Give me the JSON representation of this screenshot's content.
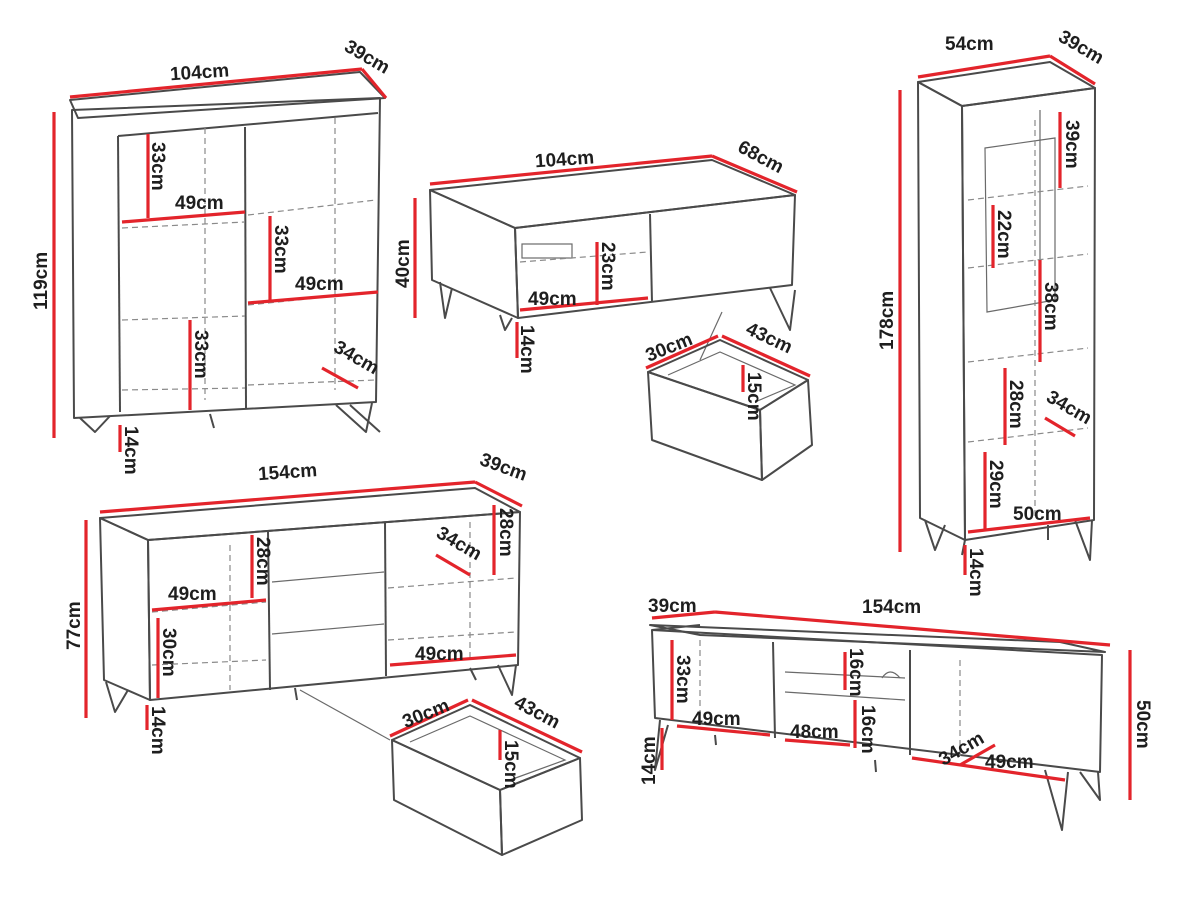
{
  "colors": {
    "outline": "#4a4a4a",
    "dimension": "#e3242b",
    "text": "#1e1e1e"
  },
  "highboard": {
    "labels": [
      "104cm",
      "39cm",
      "119cm",
      "33cm",
      "49cm",
      "33cm",
      "49cm",
      "33cm",
      "34cm",
      "14cm"
    ]
  },
  "coffee_table": {
    "labels": [
      "104cm",
      "68cm",
      "40cm",
      "23cm",
      "49cm",
      "14cm",
      "30cm",
      "43cm",
      "15cm"
    ]
  },
  "tall_cabinet": {
    "labels": [
      "54cm",
      "39cm",
      "178cm",
      "39cm",
      "22cm",
      "38cm",
      "28cm",
      "34cm",
      "29cm",
      "50cm",
      "14cm"
    ]
  },
  "sideboard": {
    "labels": [
      "154cm",
      "39cm",
      "77cm",
      "28cm",
      "49cm",
      "30cm",
      "34cm",
      "28cm",
      "49cm",
      "14cm",
      "30cm",
      "43cm",
      "15cm"
    ]
  },
  "tv_stand": {
    "labels": [
      "39cm",
      "154cm",
      "33cm",
      "16cm",
      "49cm",
      "48cm",
      "16cm",
      "34cm",
      "49cm",
      "14cm",
      "50cm"
    ]
  }
}
